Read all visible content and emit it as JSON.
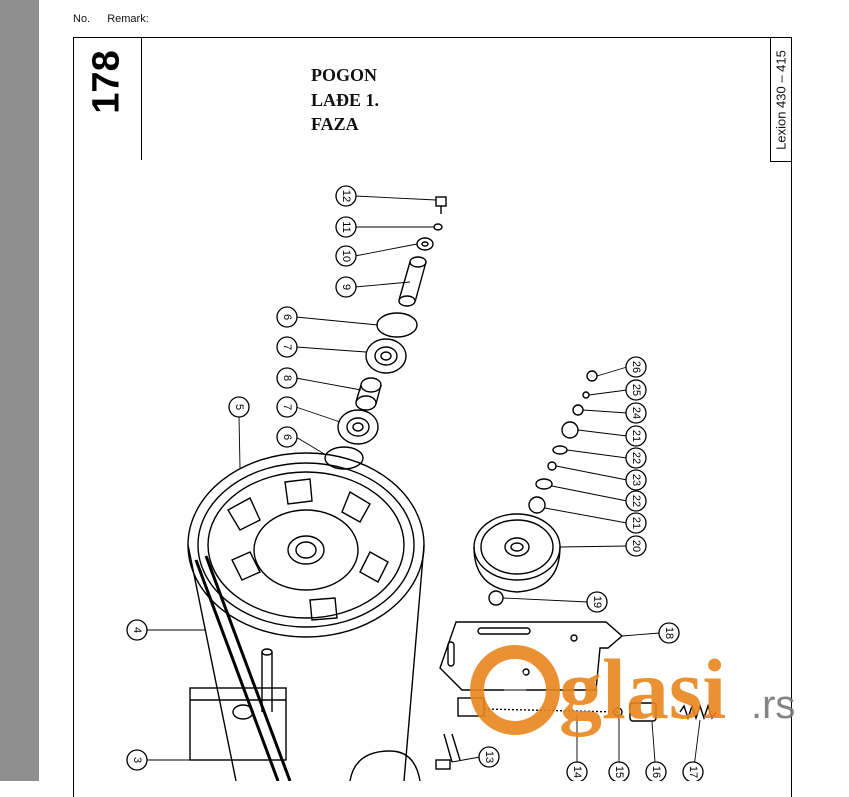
{
  "header": {
    "no_label": "No.",
    "remark_label": "Remark:"
  },
  "page_number": "178",
  "title_lines": [
    "POGON",
    "LAĐE 1.",
    "FAZA"
  ],
  "model": "Lexion 430 – 415",
  "callouts": [
    {
      "id": "12",
      "label": "12",
      "rotate": true
    },
    {
      "id": "11",
      "label": "11",
      "rotate": true
    },
    {
      "id": "10",
      "label": "10",
      "rotate": true
    },
    {
      "id": "9",
      "label": "9",
      "rotate": true
    },
    {
      "id": "6a",
      "label": "6",
      "rotate": true
    },
    {
      "id": "7a",
      "label": "7",
      "rotate": true
    },
    {
      "id": "8",
      "label": "8",
      "rotate": true
    },
    {
      "id": "7b",
      "label": "7",
      "rotate": true
    },
    {
      "id": "6b",
      "label": "6",
      "rotate": true
    },
    {
      "id": "5",
      "label": "5",
      "rotate": true
    },
    {
      "id": "4",
      "label": "4",
      "rotate": true
    },
    {
      "id": "3",
      "label": "3",
      "rotate": true
    },
    {
      "id": "26",
      "label": "26",
      "rotate": true
    },
    {
      "id": "25",
      "label": "25",
      "rotate": true
    },
    {
      "id": "24",
      "label": "24",
      "rotate": true
    },
    {
      "id": "21a",
      "label": "21",
      "rotate": true
    },
    {
      "id": "22a",
      "label": "22",
      "rotate": true
    },
    {
      "id": "23",
      "label": "23",
      "rotate": true
    },
    {
      "id": "22b",
      "label": "22",
      "rotate": true
    },
    {
      "id": "21b",
      "label": "21",
      "rotate": true
    },
    {
      "id": "20",
      "label": "20",
      "rotate": true
    },
    {
      "id": "19",
      "label": "19",
      "rotate": true
    },
    {
      "id": "18",
      "label": "18",
      "rotate": true
    },
    {
      "id": "13",
      "label": "13",
      "rotate": true
    },
    {
      "id": "14",
      "label": "14",
      "rotate": true
    },
    {
      "id": "15",
      "label": "15",
      "rotate": true
    },
    {
      "id": "16",
      "label": "16",
      "rotate": true
    },
    {
      "id": "17",
      "label": "17",
      "rotate": true
    }
  ],
  "watermark": {
    "brand": "Oglasi",
    "suffix": ".rs",
    "color": "#e8861e"
  }
}
